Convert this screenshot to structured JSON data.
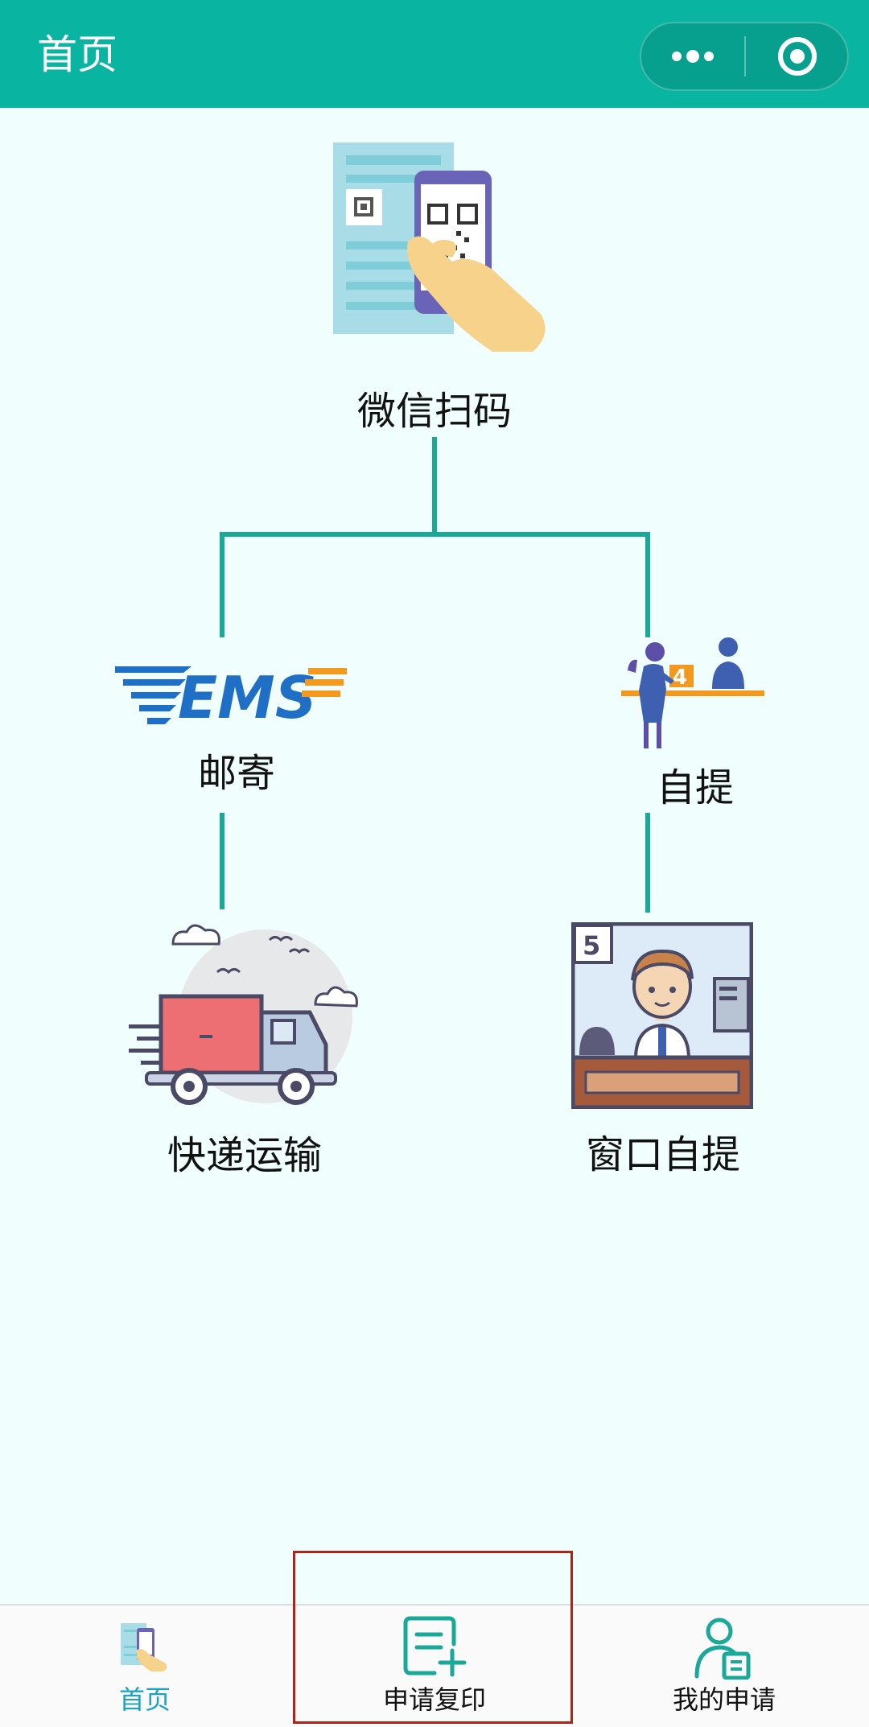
{
  "header": {
    "title": "首页",
    "more_icon": "more-dots-icon",
    "close_icon": "target-circle-icon",
    "background": "#09b4a0"
  },
  "flow": {
    "top": {
      "label": "微信扫码",
      "icon": "qr-scan-phone-illustration"
    },
    "left": {
      "label": "邮寄",
      "icon": "ems-logo",
      "logo_text": "EMS"
    },
    "right": {
      "label": "自提",
      "icon": "counter-pickup-illustration",
      "sign_text": "4"
    },
    "left_bottom": {
      "label": "快递运输",
      "icon": "delivery-truck-illustration"
    },
    "right_bottom": {
      "label": "窗口自提",
      "icon": "service-window-illustration",
      "window_number": "5"
    },
    "connector_color": "#1aa898"
  },
  "tabbar": {
    "tabs": [
      {
        "label": "首页",
        "icon": "home-qr-phone-icon",
        "active": true
      },
      {
        "label": "申请复印",
        "icon": "apply-copy-document-plus-icon",
        "active": false
      },
      {
        "label": "我的申请",
        "icon": "my-applications-user-doc-icon",
        "active": false
      }
    ],
    "active_color": "#1aa3c2"
  },
  "annotation": {
    "highlight_color": "#b02418"
  }
}
